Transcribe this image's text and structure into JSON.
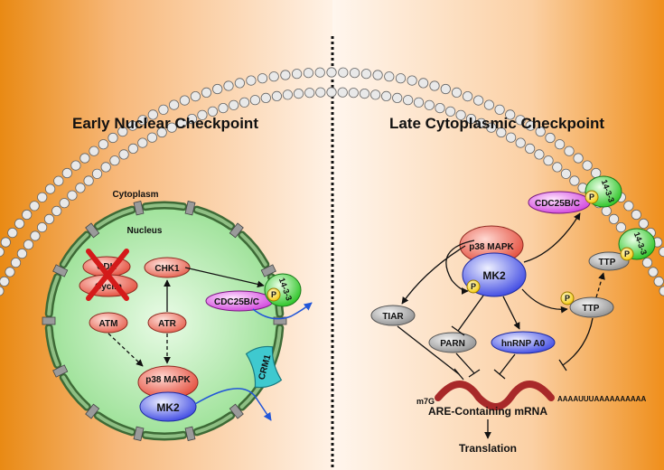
{
  "titles": {
    "left": "Early Nuclear Checkpoint",
    "right": "Late Cytoplasmic Checkpoint"
  },
  "compartments": {
    "cytoplasm": "Cytoplasm",
    "nucleus": "Nucleus"
  },
  "left_nodes": {
    "cdk": "CDK",
    "cyclin": "Cyclin",
    "chk1": "CHK1",
    "atm": "ATM",
    "atr": "ATR",
    "cdc25": "CDC25B/C",
    "protein_1433": "14-3-3",
    "phospho": "P",
    "p38": "p38 MAPK",
    "mk2": "MK2",
    "crm1": "CRM1"
  },
  "right_nodes": {
    "cdc25": "CDC25B/C",
    "protein_1433_a": "14-3-3",
    "protein_1433_b": "14-3-3",
    "phospho": "P",
    "p38": "p38 MAPK",
    "mk2": "MK2",
    "ttp_top": "TTP",
    "ttp_mid": "TTP",
    "tiar": "TIAR",
    "parn": "PARN",
    "hnrnp": "hnRNP A0",
    "mrna_cap": "m7G",
    "polya": "AAAAUUUAAAAAAAAAA",
    "mrna_label": "ARE-Containing mRNA",
    "translation": "Translation"
  },
  "colors": {
    "orange_dark": "#e8870f",
    "orange_light": "#ffe7cf",
    "nucleus_fill": "#c9f0c4",
    "pink_node": "#ee8a7a",
    "gray_node": "#b8b8b8",
    "magenta_node": "#e070e8",
    "green_node": "#53d84d",
    "blue_node": "#6870ee",
    "crm1": "#3fc9cf",
    "mrna": "#a82929"
  }
}
